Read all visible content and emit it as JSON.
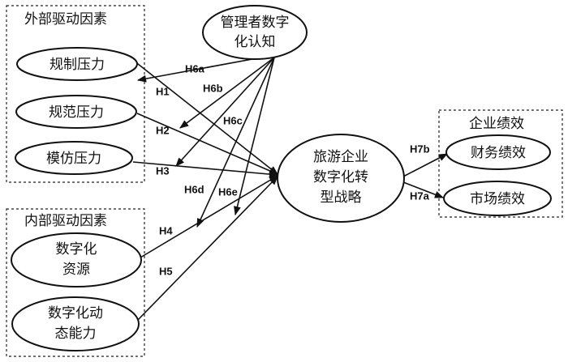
{
  "groups": {
    "external": "外部驱动因素",
    "internal": "内部驱动因素",
    "performance": "企业绩效"
  },
  "nodes": {
    "regulatory": "规制压力",
    "normative": "规范压力",
    "mimetic": "模仿压力",
    "digital_resources": [
      "数字化",
      "资源"
    ],
    "digital_dynamic": [
      "数字化动",
      "态能力"
    ],
    "managerial_cognition": [
      "管理者数字",
      "化认知"
    ],
    "strategy": [
      "旅游企业",
      "数字化转",
      "型战略"
    ],
    "financial": "财务绩效",
    "market": "市场绩效"
  },
  "hypotheses": {
    "h1": "H1",
    "h2": "H2",
    "h3": "H3",
    "h4": "H4",
    "h5": "H5",
    "h6a": "H6a",
    "h6b": "H6b",
    "h6c": "H6c",
    "h6d": "H6d",
    "h6e": "H6e",
    "h7a": "H7a",
    "h7b": "H7b"
  }
}
